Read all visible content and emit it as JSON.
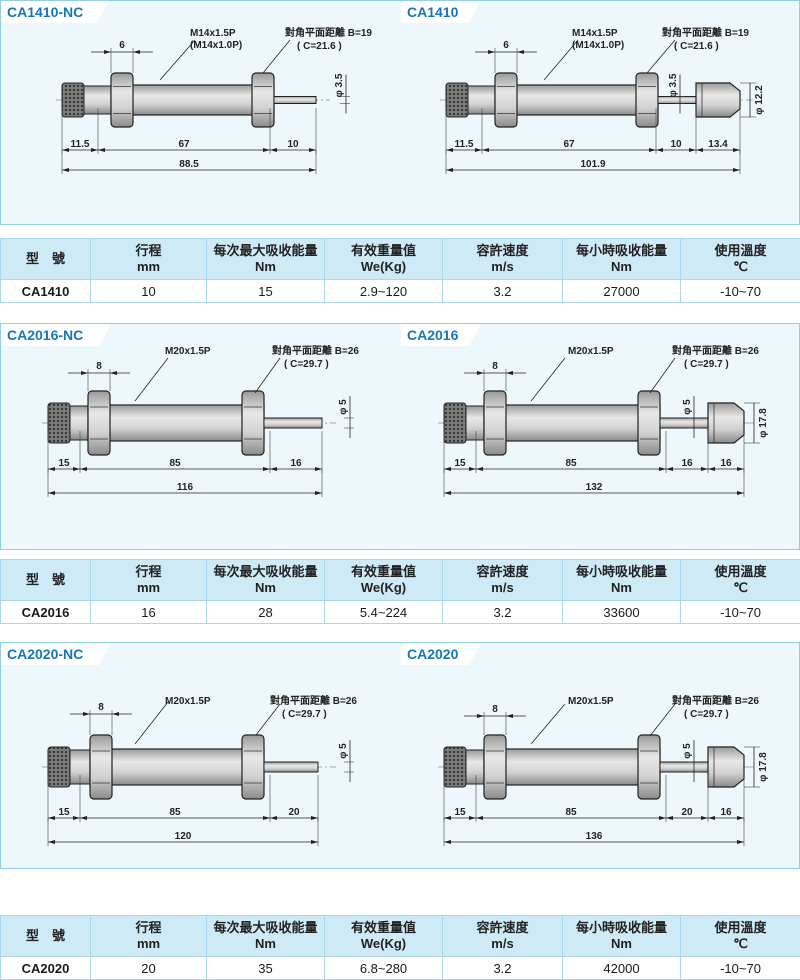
{
  "headers": {
    "model": "型　號",
    "stroke": [
      "行程",
      "mm"
    ],
    "energy_per_cycle": [
      "每次最大吸收能量",
      "Nm"
    ],
    "effective_weight": [
      "有效重量值",
      "We(Kg)"
    ],
    "speed": [
      "容許速度",
      "m/s"
    ],
    "energy_per_hour": [
      "每小時吸收能量",
      "Nm"
    ],
    "temperature": [
      "使用溫度",
      "℃"
    ]
  },
  "groups": [
    {
      "left": {
        "title": "CA1410-NC",
        "thread": "M14x1.5P",
        "thread_alt": "(M14x1.0P)",
        "across_flats": "對角平面距離 B=19",
        "across_corners": "( C=21.6 )",
        "rod_dia": "φ 3.5",
        "hex_width": "6",
        "dims": [
          "11.5",
          "67",
          "10"
        ],
        "total": "88.5"
      },
      "right": {
        "title": "CA1410",
        "thread": "M14x1.5P",
        "thread_alt": "(M14x1.0P)",
        "across_flats": "對角平面距離 B=19",
        "across_corners": "( C=21.6 )",
        "rod_dia": "φ 3.5",
        "cap_dia": "φ 12.2",
        "hex_width": "6",
        "dims": [
          "11.5",
          "67",
          "10",
          "13.4"
        ],
        "total": "101.9"
      },
      "row": {
        "model": "CA1410",
        "stroke": "10",
        "energy_per_cycle": "15",
        "effective_weight": "2.9~120",
        "speed": "3.2",
        "energy_per_hour": "27000",
        "temperature": "-10~70"
      }
    },
    {
      "left": {
        "title": "CA2016-NC",
        "thread": "M20x1.5P",
        "thread_alt": "",
        "across_flats": "對角平面距離 B=26",
        "across_corners": "( C=29.7 )",
        "rod_dia": "φ 5",
        "hex_width": "8",
        "dims": [
          "15",
          "85",
          "16"
        ],
        "total": "116"
      },
      "right": {
        "title": "CA2016",
        "thread": "M20x1.5P",
        "thread_alt": "",
        "across_flats": "對角平面距離 B=26",
        "across_corners": "( C=29.7 )",
        "rod_dia": "φ 5",
        "cap_dia": "φ 17.8",
        "hex_width": "8",
        "dims": [
          "15",
          "85",
          "16",
          "16"
        ],
        "total": "132"
      },
      "row": {
        "model": "CA2016",
        "stroke": "16",
        "energy_per_cycle": "28",
        "effective_weight": "5.4~224",
        "speed": "3.2",
        "energy_per_hour": "33600",
        "temperature": "-10~70"
      }
    },
    {
      "left": {
        "title": "CA2020-NC",
        "thread": "M20x1.5P",
        "thread_alt": "",
        "across_flats": "對角平面距離 B=26",
        "across_corners": "( C=29.7 )",
        "rod_dia": "φ 5",
        "hex_width": "8",
        "dims": [
          "15",
          "85",
          "20"
        ],
        "total": "120"
      },
      "right": {
        "title": "CA2020",
        "thread": "M20x1.5P",
        "thread_alt": "",
        "across_flats": "對角平面距離 B=26",
        "across_corners": "( C=29.7 )",
        "rod_dia": "φ 5",
        "cap_dia": "φ 17.8",
        "hex_width": "8",
        "dims": [
          "15",
          "85",
          "20",
          "16"
        ],
        "total": "136"
      },
      "row": {
        "model": "CA2020",
        "stroke": "20",
        "energy_per_cycle": "35",
        "effective_weight": "6.8~280",
        "speed": "3.2",
        "energy_per_hour": "42000",
        "temperature": "-10~70"
      }
    }
  ]
}
